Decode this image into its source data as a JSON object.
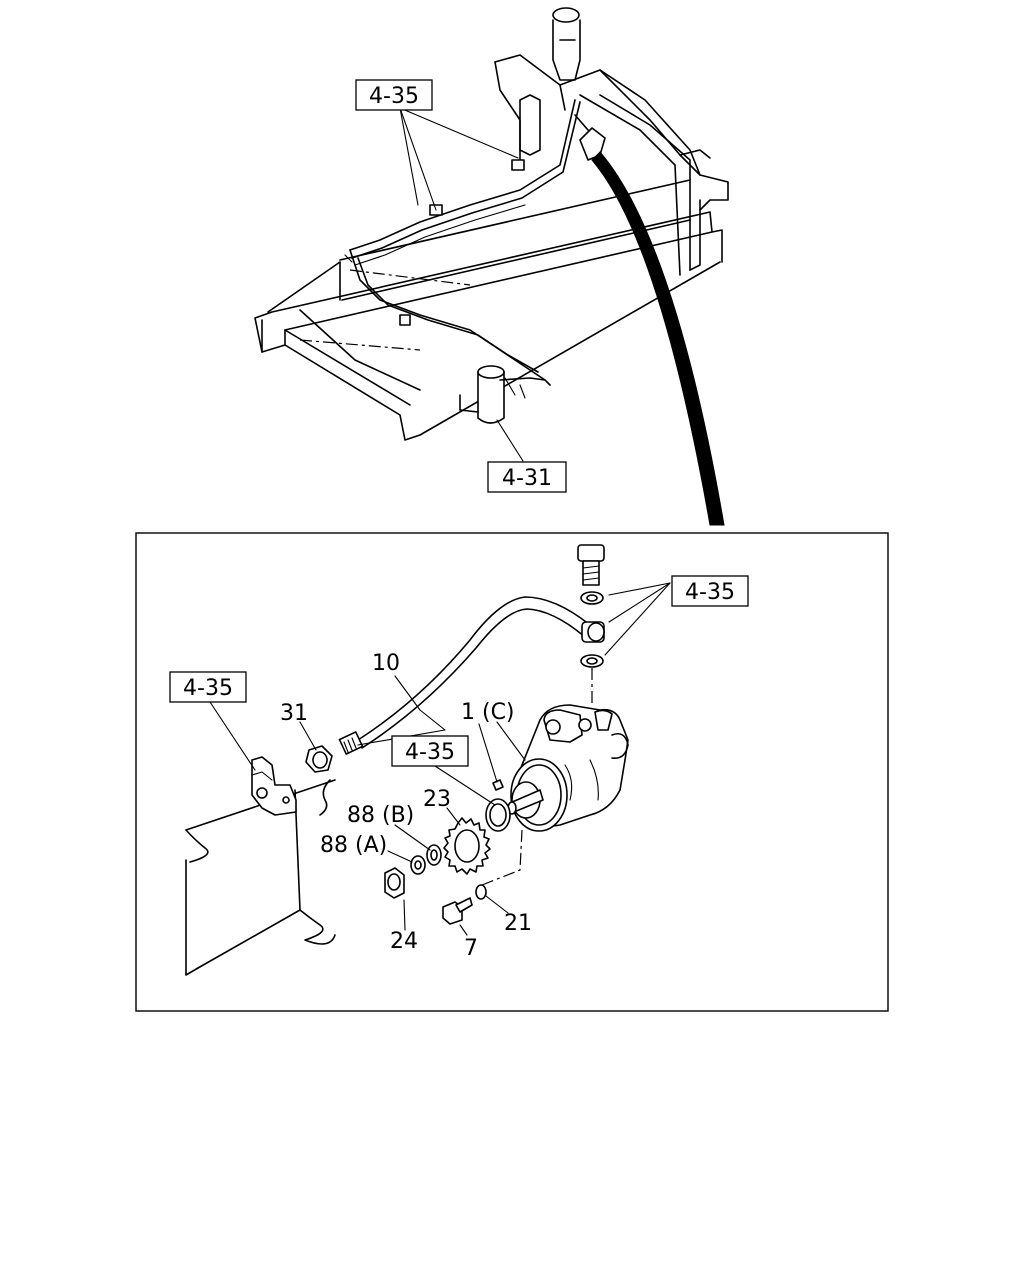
{
  "callouts": {
    "top_ref_a": "4-35",
    "top_ref_b": "4-31",
    "detail_ref_right": "4-35",
    "detail_ref_left": "4-35",
    "detail_ref_mid": "4-35"
  },
  "parts": {
    "p1": "1 (C)",
    "p7": "7",
    "p10": "10",
    "p21": "21",
    "p23": "23",
    "p24": "24",
    "p31": "31",
    "p88a": "88 (A)",
    "p88b": "88 (B)"
  }
}
